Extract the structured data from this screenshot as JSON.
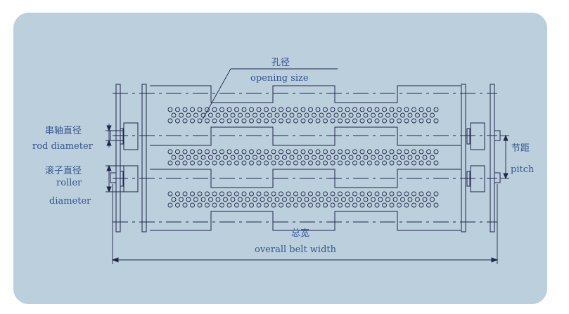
{
  "labels": {
    "opening_size_cn": "孔径",
    "opening_size_en": "opening size",
    "rod_diameter_cn": "串轴直径",
    "rod_diameter_en": "rod diameter",
    "roller_diameter_cn": "滚子直径",
    "roller_diameter_en_1": "roller",
    "roller_diameter_en_2": "diameter",
    "pitch_cn": "节距",
    "pitch_en": "pitch",
    "overall_width_cn": "总宽",
    "overall_width_en": "overall belt width"
  },
  "colors": {
    "panel": "#bccfdc",
    "line": "#20264a",
    "text": "#35558f"
  }
}
